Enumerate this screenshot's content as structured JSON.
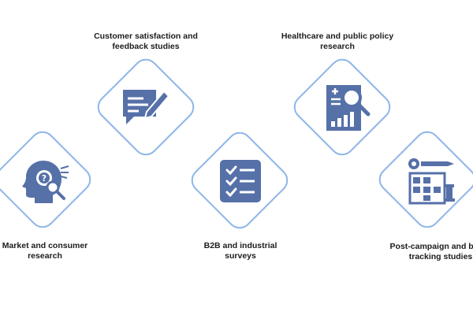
{
  "accent_color": "#5670a8",
  "border_color": "#8fb6e8",
  "items": [
    {
      "id": "market",
      "icon": "head-question-magnifier-icon",
      "label_line1": "Market and consumer",
      "label_line2": "research"
    },
    {
      "id": "customer",
      "icon": "feedback-speech-bubble-pen-icon",
      "label_line1": "Customer satisfaction and",
      "label_line2": "feedback studies"
    },
    {
      "id": "b2b",
      "icon": "checklist-icon",
      "label_line1": "B2B and industrial",
      "label_line2": "surveys"
    },
    {
      "id": "healthcare",
      "icon": "report-magnifier-icon",
      "label_line1": "Healthcare and public policy",
      "label_line2": "research"
    },
    {
      "id": "postcampaign",
      "icon": "strategy-board-icon",
      "label_line1": "Post-campaign and brand",
      "label_line2": "tracking studies"
    }
  ]
}
